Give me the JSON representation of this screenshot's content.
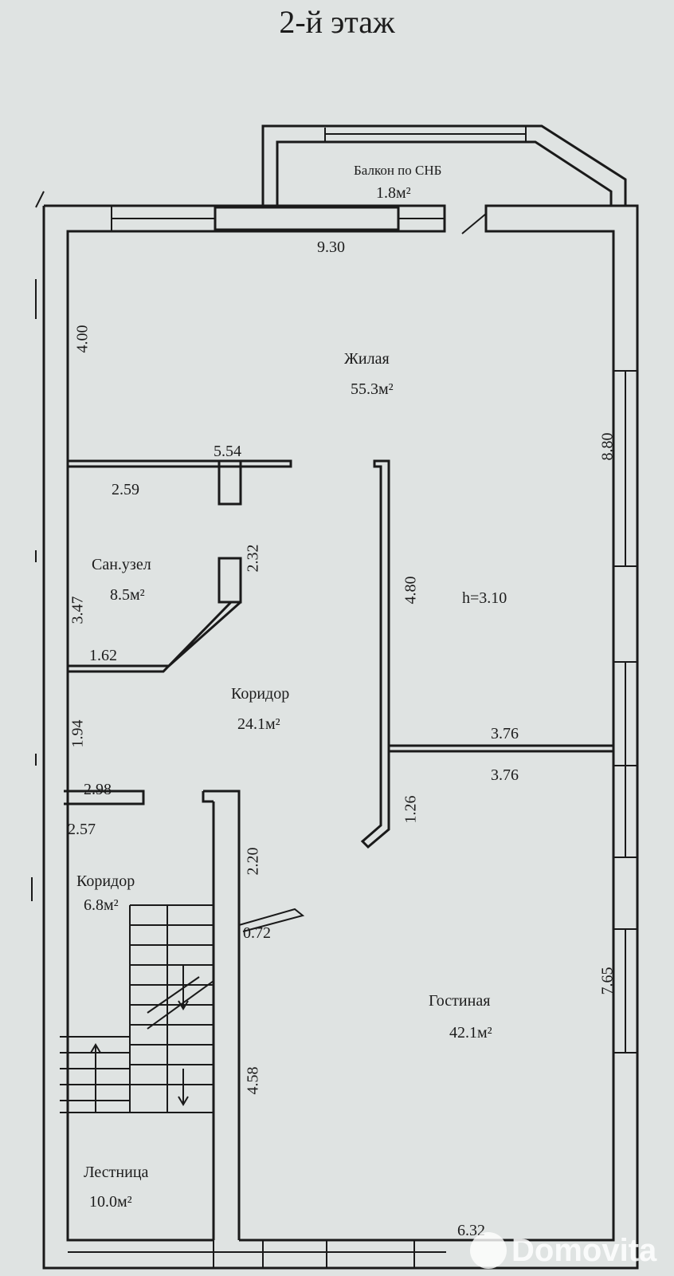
{
  "title": "2-й этаж",
  "rooms": {
    "balcony": {
      "name": "Балкон по СНБ",
      "area": "1.8м²"
    },
    "living": {
      "name": "Жилая",
      "area": "55.3м²"
    },
    "bathroom": {
      "name": "Сан.узел",
      "area": "8.5м²"
    },
    "corridor_main": {
      "name": "Коридор",
      "area": "24.1м²"
    },
    "corridor_small": {
      "name": "Коридор",
      "area": "6.8м²"
    },
    "stairs": {
      "name": "Лестница",
      "area": "10.0м²"
    },
    "lounge": {
      "name": "Гостиная",
      "area": "42.1м²"
    }
  },
  "ceiling_height": "h=3.10",
  "dimensions": {
    "top": "9.30",
    "left_upper": "4.00",
    "right_upper": "8.80",
    "wall_554": "5.54",
    "wall_259": "2.59",
    "d_232": "2.32",
    "d_480": "4.80",
    "d_347": "3.47",
    "d_162": "1.62",
    "d_194": "1.94",
    "d_376a": "3.76",
    "d_376b": "3.76",
    "d_126": "1.26",
    "d_298": "2.98",
    "d_257": "2.57",
    "d_220": "2.20",
    "d_072": "0.72",
    "d_765": "7.65",
    "d_458": "4.58",
    "bottom": "6.32"
  },
  "watermark": "Domovita"
}
